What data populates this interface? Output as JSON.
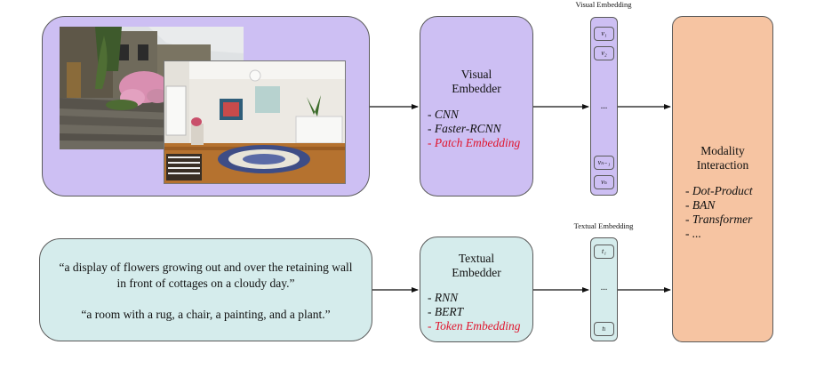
{
  "top_labels": {
    "visual_embedding": "Visual Embedding",
    "textual_embedding": "Textual Embedding"
  },
  "input_text": {
    "caption1": "“a display of flowers growing out and over the retaining wall in front of cottages on a cloudy day.”",
    "caption1_line1": "“a display of flowers growing out and over the retaining wall",
    "caption1_line2": "in front of cottages on a cloudy day.”",
    "caption2": "“a room with a rug, a chair, a painting, and a plant.”"
  },
  "visual_embedder": {
    "title_line1": "Visual",
    "title_line2": "Embedder",
    "items": [
      {
        "text": "- CNN",
        "color": "#111111"
      },
      {
        "text": "- Faster-RCNN",
        "color": "#111111"
      },
      {
        "text": "- Patch Embedding",
        "color": "#e0142c"
      }
    ]
  },
  "textual_embedder": {
    "title_line1": "Textual",
    "title_line2": "Embedder",
    "items": [
      {
        "text": "- RNN",
        "color": "#111111"
      },
      {
        "text": "- BERT",
        "color": "#111111"
      },
      {
        "text": "- Token Embedding",
        "color": "#e0142c"
      }
    ]
  },
  "visual_column": {
    "cells": [
      "v₁",
      "v₂",
      "vₙ₋₁",
      "vₙ"
    ],
    "dots": "..."
  },
  "textual_column": {
    "cells": [
      "t₁",
      "tₗ"
    ],
    "dots": "..."
  },
  "modality": {
    "title_line1": "Modality",
    "title_line2": "Interaction",
    "items": [
      "- Dot-Product",
      "- BAN",
      "- Transformer",
      "- ..."
    ]
  },
  "colors": {
    "purple": "#cdbff3",
    "teal": "#d5ecec",
    "orange": "#f6c4a2",
    "highlight_red": "#e0142c"
  }
}
